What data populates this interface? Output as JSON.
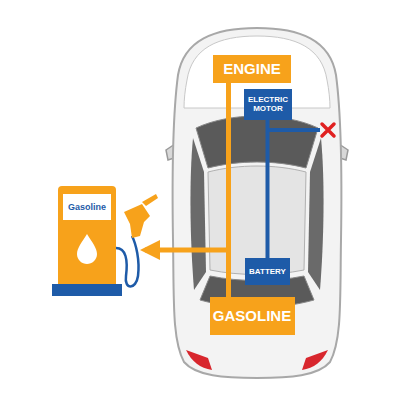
{
  "diagram": {
    "nodes": [
      {
        "text": [
          "ENGINE"
        ]
      },
      {
        "text": [
          "ELECTRIC MOTOR"
        ]
      },
      {
        "text": [
          "Gasoline"
        ]
      },
      {
        "text": [
          "BATTERY"
        ]
      },
      {
        "text": [
          "GASOLINE"
        ]
      }
    ],
    "edges": [
      {
        "from": 4,
        "to": 0,
        "arrow": "none"
      },
      {
        "from": 1,
        "to": 3,
        "arrow": "none"
      },
      {
        "from": 4,
        "to": 2,
        "arrow": "to"
      }
    ]
  }
}
